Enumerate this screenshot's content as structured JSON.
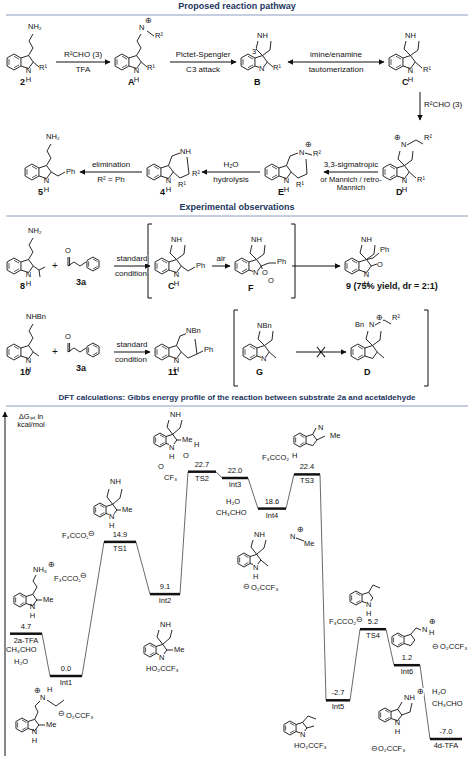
{
  "diagram": {
    "nodes": [
      {
        "text": [
          "2",
          "NH₂",
          "N H",
          "R¹"
        ]
      },
      {
        "text": [
          "A",
          "N",
          "⊕",
          "R²",
          "N H",
          "R¹"
        ]
      },
      {
        "text": [
          "B",
          "NH",
          "N",
          "R¹",
          "3"
        ]
      },
      {
        "text": [
          "C",
          "NH",
          "N H",
          "R¹"
        ]
      },
      {
        "text": [
          "D",
          "N",
          "⊕",
          "R²",
          "N H",
          "R¹"
        ]
      },
      {
        "text": [
          "E",
          "N",
          "⊕",
          "R²",
          "N H",
          "R¹"
        ]
      },
      {
        "text": [
          "4",
          "NH",
          "N H",
          "R¹",
          "R²"
        ]
      },
      {
        "text": [
          "5",
          "NH₂",
          "N H",
          "Ph"
        ]
      },
      {
        "text": [
          "8",
          "NH₂",
          "N H"
        ]
      },
      {
        "text": [
          "3a",
          "O"
        ]
      },
      {
        "text": [
          "C",
          "NH",
          "N H",
          "Ph"
        ]
      },
      {
        "text": [
          "F",
          "NH",
          "N",
          "O",
          "O",
          "Ph"
        ]
      },
      {
        "text": [
          "9 (75% yield, dr = 2:1)",
          "NH",
          "N H",
          "O",
          "Ph"
        ]
      },
      {
        "text": [
          "10",
          "NHBn",
          "N H"
        ]
      },
      {
        "text": [
          "3a",
          "O"
        ]
      },
      {
        "text": [
          "11",
          "NBn",
          "N H",
          "Ph"
        ]
      },
      {
        "text": [
          "G",
          "NBn",
          "N"
        ]
      },
      {
        "text": [
          "D",
          "Bn",
          "N",
          "⊕",
          "R²"
        ]
      }
    ],
    "edges": [
      {
        "from": 0,
        "to": 1,
        "arrow": "to",
        "label": "R²CHO (3)"
      },
      {
        "from": 1,
        "to": 2,
        "arrow": "to",
        "label": "Pictet-Spengler"
      },
      {
        "from": 2,
        "to": 3,
        "arrow": "both",
        "label": "imine/enamine"
      },
      {
        "from": 3,
        "to": 4,
        "arrow": "to",
        "label": "R²CHO (3)"
      },
      {
        "from": 4,
        "to": 5,
        "arrow": "to",
        "label": "3,3-sigmatropic"
      },
      {
        "from": 5,
        "to": 6,
        "arrow": "to",
        "label": "H₂O"
      },
      {
        "from": 6,
        "to": 7,
        "arrow": "to",
        "label": "elimination"
      },
      {
        "from": 9,
        "to": 10,
        "arrow": "to",
        "label": "standard"
      },
      {
        "from": 10,
        "to": 11,
        "arrow": "to",
        "label": "air"
      },
      {
        "from": 11,
        "to": 12,
        "arrow": "to"
      },
      {
        "from": 14,
        "to": 15,
        "arrow": "to",
        "label": "standard"
      },
      {
        "from": 16,
        "to": 17,
        "arrow": "to"
      }
    ],
    "labels": [
      "Proposed reaction pathway",
      "TFA",
      "C3 attack",
      "tautomerization",
      "or Mannich / retro-Mannich",
      "hydrolysis",
      "R² = Ph",
      "Experimental observations",
      "+",
      "condition",
      "+",
      "condition",
      "DFT calculations: Gibbs energy profile of the reaction between substrate 2a and acetaldehyde",
      "ΔGₛₒₗ in kcal/mol",
      "4.7",
      "0.0",
      "14.9",
      "9.1",
      "22.7",
      "22.0",
      "18.6",
      "22.4",
      "-2.7",
      "5.2",
      "1.2",
      "-7.0",
      "2a-TFA",
      "Int1",
      "TS1",
      "Int2",
      "TS2",
      "Int3",
      "Int4",
      "TS3",
      "Int5",
      "TS4",
      "Int6",
      "4d-TFA",
      "H₂O",
      "CH₃CHO",
      "H₂O",
      "CH₃CHO",
      "H₂O",
      "CH₃CHO",
      "N H",
      "Me",
      "NH₃",
      "⊕",
      "F₃CCO₂",
      "⊖",
      "N H",
      "Me",
      "N",
      "H",
      "⊕",
      "O₂CCF₃",
      "⊖",
      "NH",
      "Me",
      "N",
      "H",
      "F₃CCO₂",
      "⊖",
      "NH",
      "Me",
      "N",
      "HO₂CCF₃",
      "NH",
      "Me",
      "N",
      "H",
      "O",
      "O",
      "CF₃",
      "H",
      "NH",
      "N",
      "H",
      "O₂CCF₃",
      "⊖",
      "N",
      "⊕",
      "Me",
      "N",
      "Me",
      "F₃CCO₂",
      "H",
      "N",
      "HO₂CCF₃",
      "N",
      "H",
      "F₃CCO₂",
      "⊖",
      "N",
      "⊕",
      "H",
      "O₂CCF₃",
      "⊖",
      "N H",
      "NH",
      "⊕",
      "O₂CCF₃",
      "⊖"
    ]
  }
}
